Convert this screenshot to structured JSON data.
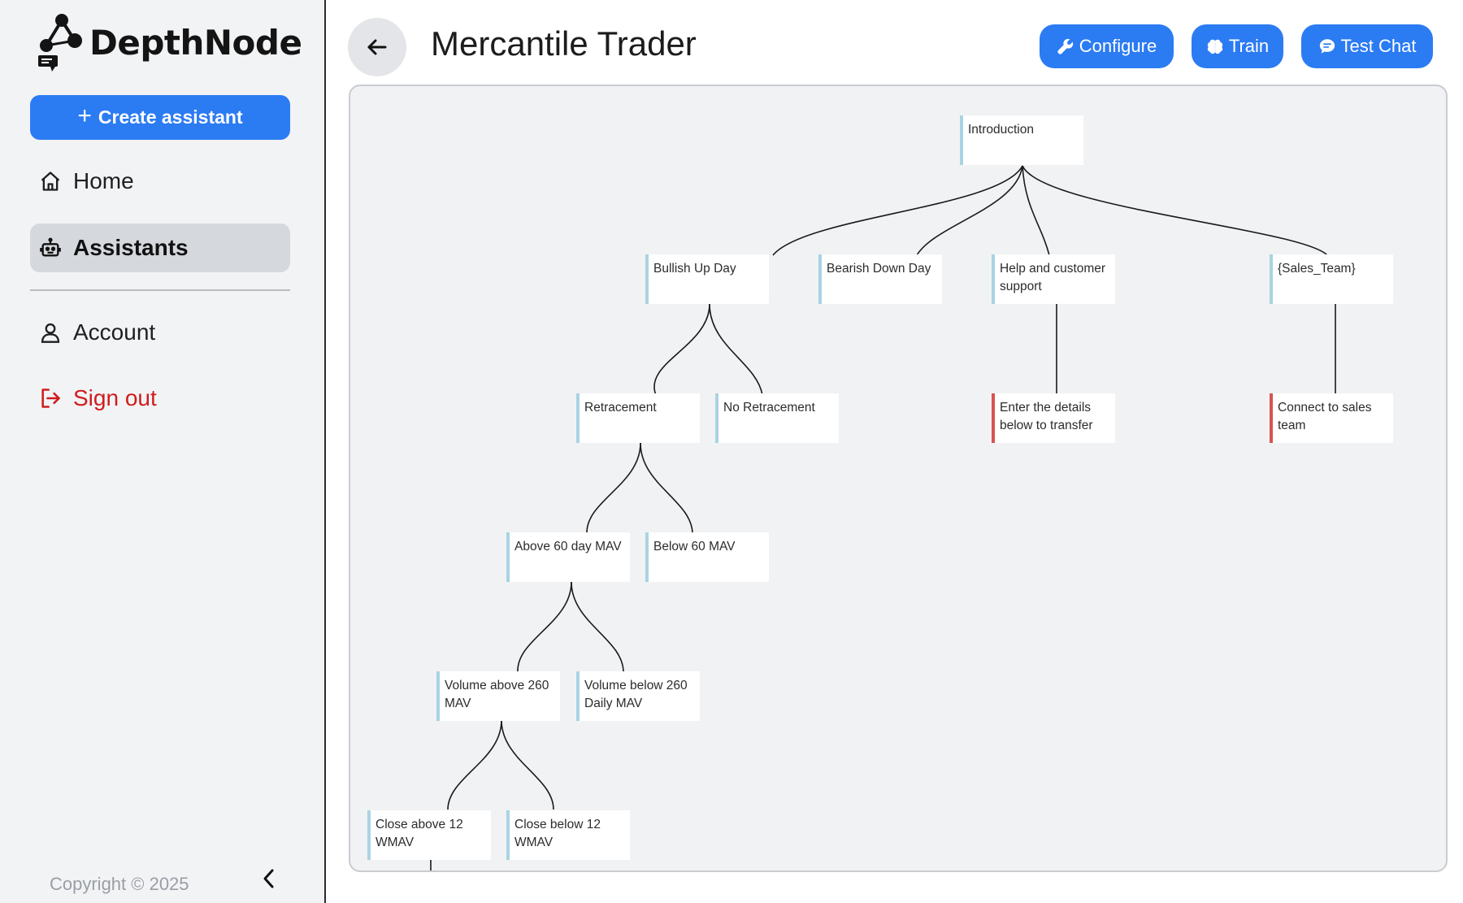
{
  "brand": {
    "name": "DepthNode"
  },
  "sidebar": {
    "create_label": "Create assistant",
    "items": [
      {
        "label": "Home",
        "icon": "home-icon"
      },
      {
        "label": "Assistants",
        "icon": "robot-icon",
        "active": true
      },
      {
        "label": "Account",
        "icon": "user-icon"
      },
      {
        "label": "Sign out",
        "icon": "sign-out-icon"
      }
    ],
    "copyright": "Copyright © 2025"
  },
  "header": {
    "title": "Mercantile Trader",
    "buttons": {
      "configure": "Configure",
      "train": "Train",
      "test_chat": "Test Chat"
    }
  },
  "tree": {
    "nodes": [
      {
        "id": "n0",
        "label": "Introduction"
      },
      {
        "id": "n1",
        "label": "Bullish Up Day"
      },
      {
        "id": "n2",
        "label": "Bearish Down Day"
      },
      {
        "id": "n3",
        "label": "Help and customer support"
      },
      {
        "id": "n4",
        "label": "{Sales_Team}"
      },
      {
        "id": "n5",
        "label": "Retracement"
      },
      {
        "id": "n6",
        "label": "No Retracement"
      },
      {
        "id": "n7",
        "label": "Enter the details below to transfer"
      },
      {
        "id": "n8",
        "label": "Connect to sales team"
      },
      {
        "id": "n9",
        "label": "Above 60 day MAV"
      },
      {
        "id": "n10",
        "label": "Below 60 MAV"
      },
      {
        "id": "n11",
        "label": "Volume above 260 MAV"
      },
      {
        "id": "n12",
        "label": "Volume below 260 Daily MAV"
      },
      {
        "id": "n13",
        "label": "Close above 12 WMAV"
      },
      {
        "id": "n14",
        "label": "Close below 12 WMAV"
      }
    ]
  },
  "colors": {
    "accent": "#2b7bf3",
    "danger": "#d01c1c",
    "node_bar": "#a9d3e3",
    "node_bar_end": "#d9534f"
  }
}
